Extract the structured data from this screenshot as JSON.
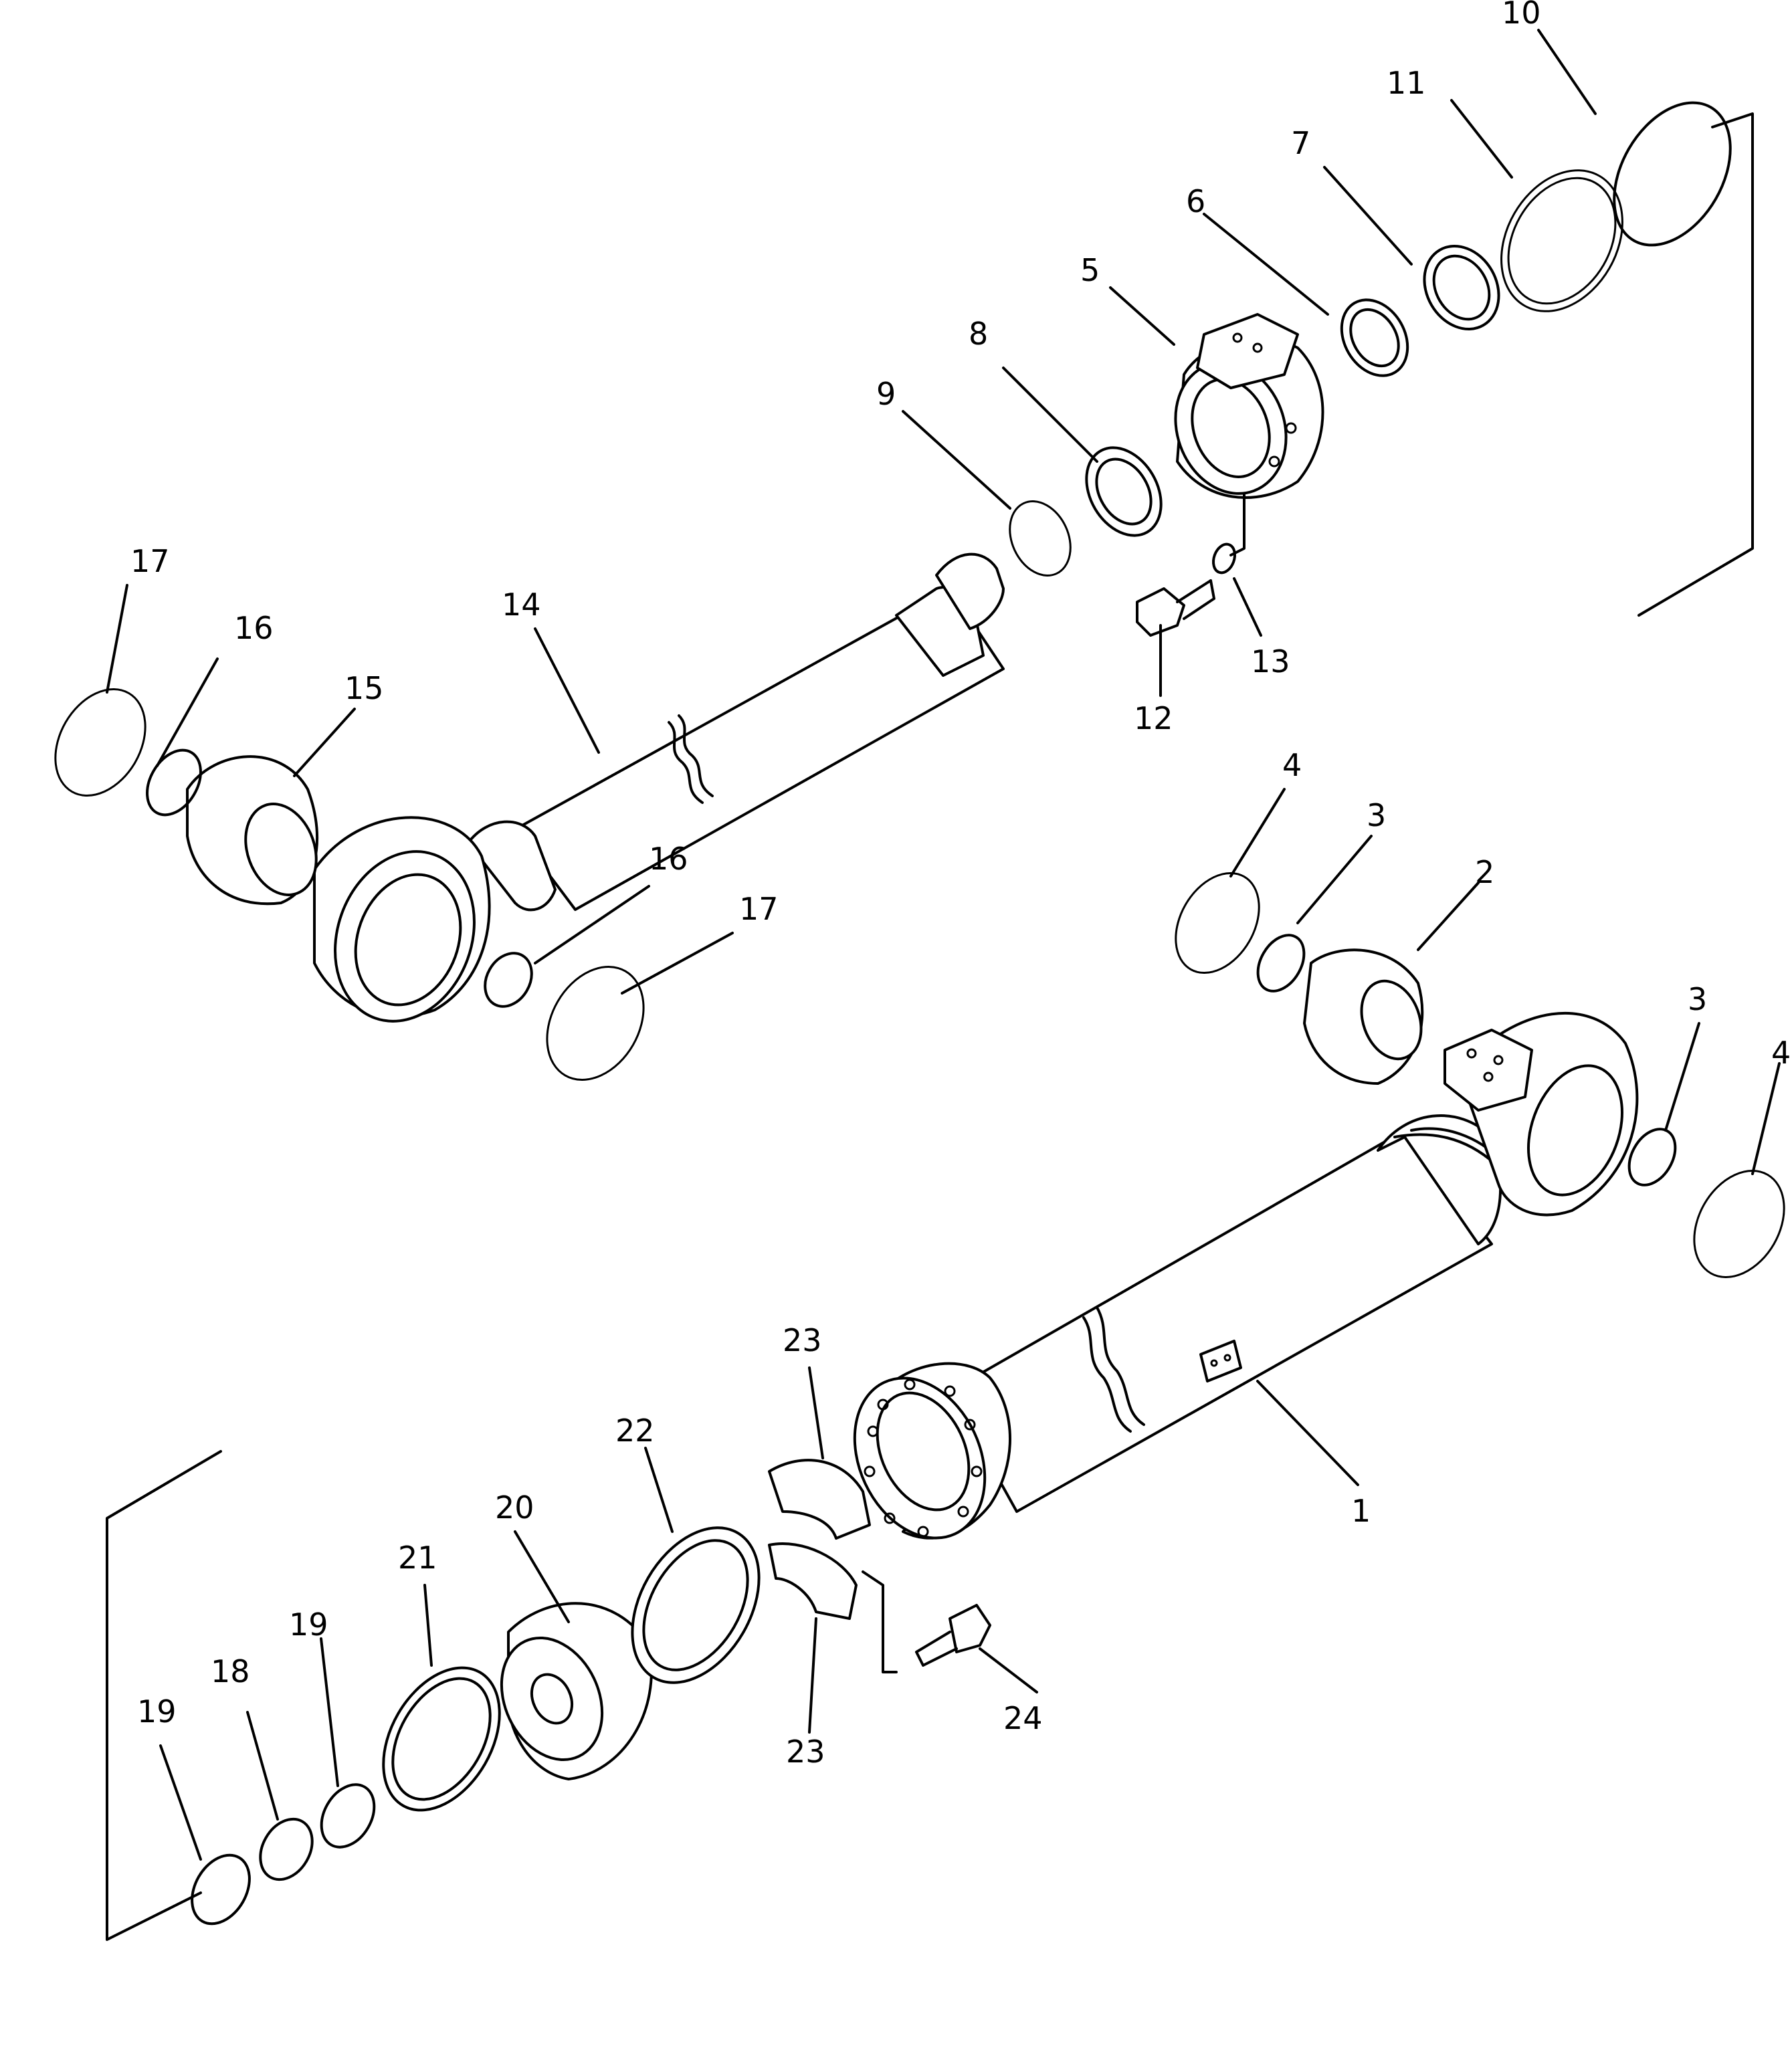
{
  "callouts": {
    "c1": "1",
    "c2": "2",
    "c3a": "3",
    "c3b": "3",
    "c4a": "4",
    "c4b": "4",
    "c5": "5",
    "c6": "6",
    "c7": "7",
    "c8": "8",
    "c9": "9",
    "c10": "10",
    "c11": "11",
    "c12": "12",
    "c13": "13",
    "c14": "14",
    "c15": "15",
    "c16a": "16",
    "c16b": "16",
    "c17a": "17",
    "c17b": "17",
    "c18": "18",
    "c19a": "19",
    "c19b": "19",
    "c20": "20",
    "c21": "21",
    "c22": "22",
    "c23a": "23",
    "c23b": "23",
    "c24": "24"
  }
}
